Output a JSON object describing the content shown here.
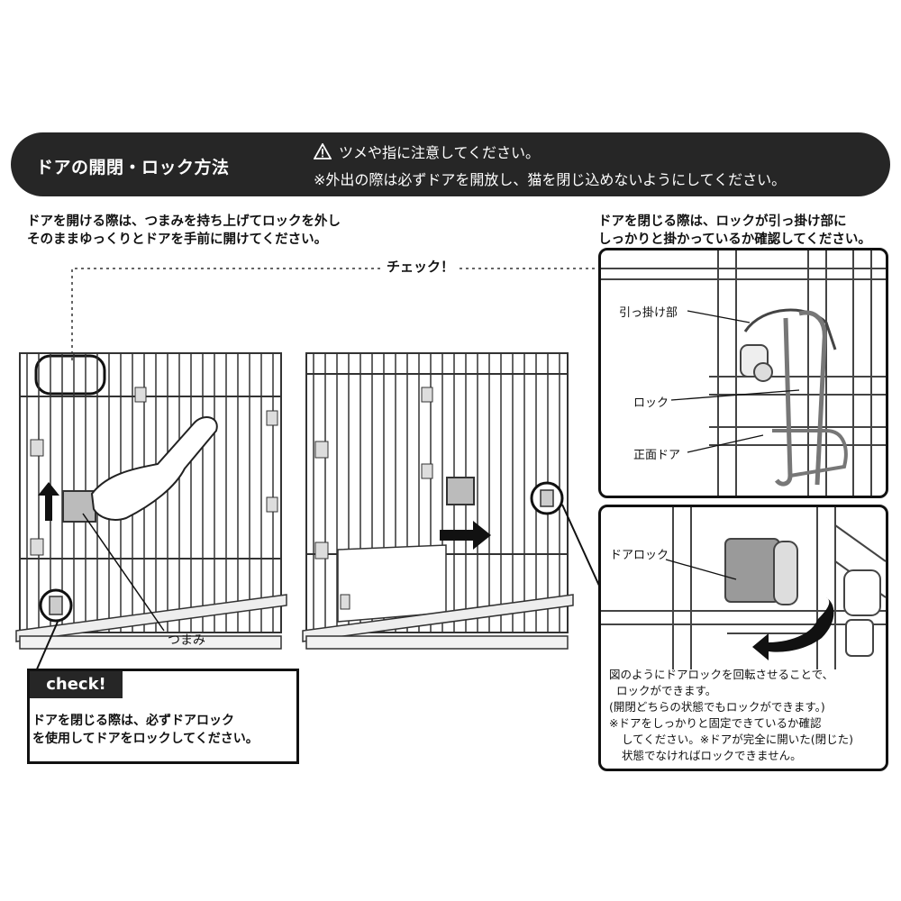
{
  "header": {
    "title": "ドアの開閉・ロック方法",
    "warning": "ツメや指に注意してください。",
    "note": "※外出の際は必ずドアを開放し、猫を閉じ込めないようにしてください。"
  },
  "open_instruction": {
    "line1": "ドアを開ける際は、つまみを持ち上げてロックを外し",
    "line2": "そのままゆっくりとドアを手前に開けてください。"
  },
  "close_instruction": {
    "line1": "ドアを閉じる際は、ロックが引っ掛け部に",
    "line2": "しっかりと掛かっているか確認してください。"
  },
  "check_label": "チェック！",
  "callouts": {
    "hook": "引っ掛け部",
    "lock": "ロック",
    "front_door": "正面ドア",
    "knob": "つまみ",
    "door_lock": "ドアロック"
  },
  "check_box": {
    "tag": "check!",
    "line1": "ドアを閉じる際は、必ずドアロック",
    "line2": "を使用してドアをロックしてください。"
  },
  "lock_note": {
    "line1": "図のようにドアロックを回転させることで、",
    "line2": "ロックができます。",
    "line3": "(開閉どちらの状態でもロックができます。)",
    "line4": "※ドアをしっかりと固定できているか確認",
    "line5": "してください。※ドアが完全に開いた(閉じた)",
    "line6": "状態でなければロックできません。"
  },
  "colors": {
    "header_bg": "#262626",
    "line": "#222222",
    "accent_gray": "#9a9a9a"
  },
  "icons": [
    "warning-icon",
    "up-arrow-icon",
    "right-arrow-icon",
    "rotate-arrow-icon",
    "hand-icon"
  ]
}
